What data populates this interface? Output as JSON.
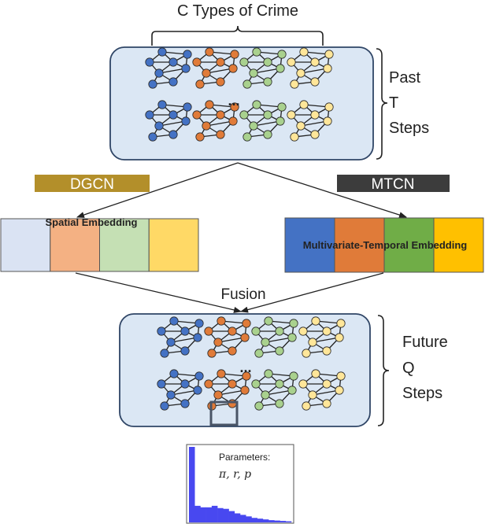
{
  "labels": {
    "crime_types": "C Types of Crime",
    "past": [
      "Past",
      "T",
      "Steps"
    ],
    "future": [
      "Future",
      "Q",
      "Steps"
    ],
    "dgcn": "DGCN",
    "mtcn": "MTCN",
    "spatial_embedding": "Spatial Embedding",
    "mt_embedding": "Multivariate-Temporal Embedding",
    "fusion": "Fusion",
    "ellipsis": "...",
    "params_title": "Parameters:",
    "params_symbols": "π, r, p"
  },
  "colors": {
    "panel_fill": "#dbe7f4",
    "panel_stroke": "#2f4566",
    "dgcn_bar": "#b38f2a",
    "mtcn_bar": "#3c3c3c",
    "blue_node": "#4472c4",
    "orange_node": "#e07b39",
    "green_node": "#a9d18e",
    "yellow_node": "#ffe699",
    "spatial_segments": [
      "#dae3f3",
      "#f4b183",
      "#c5e0b4",
      "#ffd966"
    ],
    "mt_segments": [
      "#4472c4",
      "#e07b39",
      "#70ad47",
      "#ffc000"
    ],
    "hist_bar": "#4848f0"
  },
  "graph_icons": {
    "past_rows": [
      [
        "blue",
        "orange",
        "green",
        "yellow"
      ],
      [
        "blue",
        "orange",
        "green",
        "yellow"
      ]
    ],
    "future_rows": [
      [
        "blue",
        "orange",
        "green",
        "yellow"
      ],
      [
        "blue",
        "orange",
        "green",
        "yellow"
      ]
    ]
  },
  "histogram": {
    "values": [
      1.0,
      0.22,
      0.2,
      0.2,
      0.22,
      0.19,
      0.18,
      0.15,
      0.12,
      0.1,
      0.08,
      0.06,
      0.05,
      0.04,
      0.03,
      0.025,
      0.02,
      0.015
    ]
  }
}
